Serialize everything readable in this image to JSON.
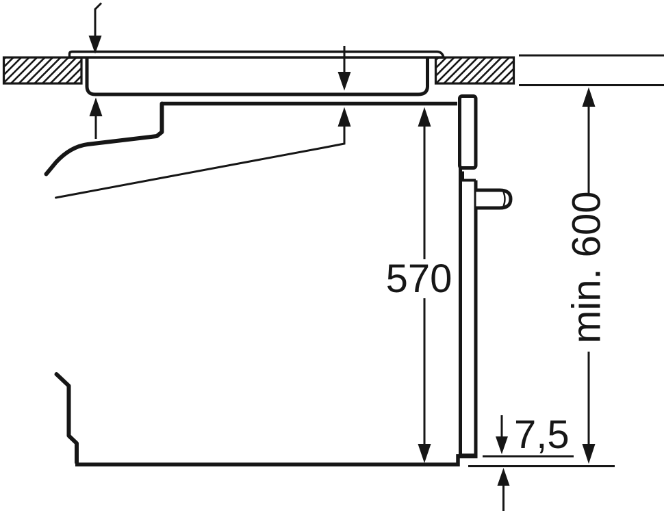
{
  "diagram": {
    "kind": "oven-installation-side-view",
    "labels": {
      "oven_height": "570",
      "worktop_height_min": "min. 600",
      "door_bottom_gap": "7,5"
    },
    "colors": {
      "line": "#161616",
      "background": "#ffffff"
    }
  }
}
